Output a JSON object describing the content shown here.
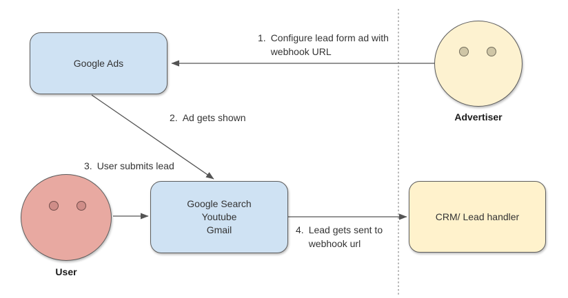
{
  "colors": {
    "box_blue": "#cfe2f3",
    "box_yellow": "#fff2cc",
    "face_yellow": "#fdf2d0",
    "face_pink": "#e8a9a1",
    "eye_tan": "#cfc6a6",
    "eye_pink": "#cf8d88",
    "stroke": "#5c5c5c",
    "arrow": "#545454",
    "divider": "#999999",
    "text": "#333333"
  },
  "nodes": {
    "google_ads": {
      "label": "Google Ads"
    },
    "google_properties": {
      "lines": [
        "Google Search",
        "Youtube",
        "Gmail"
      ]
    },
    "crm": {
      "label": "CRM/ Lead handler"
    },
    "advertiser": {
      "label": "Advertiser"
    },
    "user": {
      "label": "User"
    }
  },
  "edges": [
    {
      "number": "1.",
      "text": "Configure lead form ad with webhook URL"
    },
    {
      "number": "2.",
      "text": "Ad gets shown"
    },
    {
      "number": "3.",
      "text": "User submits lead"
    },
    {
      "number": "4.",
      "text": "Lead gets sent to webhook url"
    }
  ]
}
